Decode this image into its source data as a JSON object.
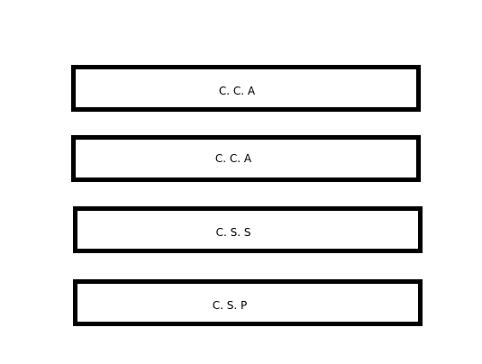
{
  "boxes": [
    {
      "label": "C. C. A"
    },
    {
      "label": "C. C. A"
    },
    {
      "label": "C. S. S"
    },
    {
      "label": "C. S. P"
    }
  ],
  "colors": {
    "border": "#000000",
    "background": "#ffffff"
  }
}
